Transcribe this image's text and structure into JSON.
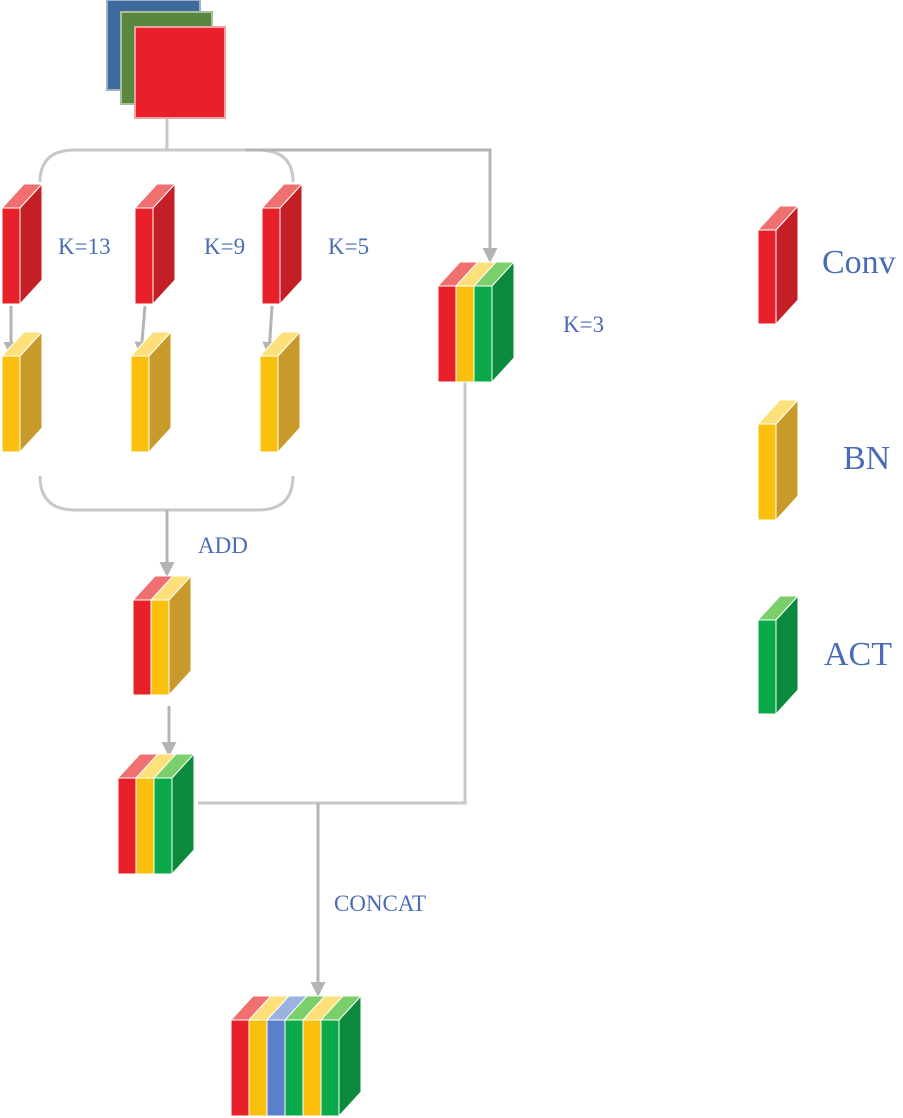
{
  "colors": {
    "conv": "#e8202a",
    "bn": "#fbbf0d",
    "act": "#0aaa4a",
    "input_blue": "#3e6b9d",
    "input_green": "#5a8740",
    "output_blue": "#5b7fc8",
    "text": "#4a6bb5",
    "connector": "#b4b4b4"
  },
  "labels": {
    "k13": "K=13",
    "k9": "K=9",
    "k5": "K=5",
    "k3": "K=3",
    "add": "ADD",
    "concat": "CONCAT"
  },
  "legend": {
    "conv": "Conv",
    "bn": "BN",
    "act": "ACT"
  }
}
